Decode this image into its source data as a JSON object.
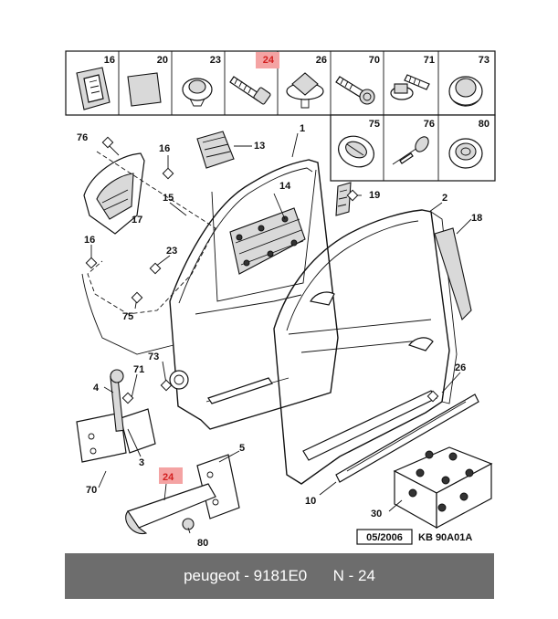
{
  "parts_table": {
    "row1": [
      "16",
      "20",
      "23",
      "24",
      "26",
      "70",
      "71",
      "73"
    ],
    "row2": [
      "75",
      "76",
      "80"
    ],
    "highlighted": "24"
  },
  "callouts": {
    "c1": "1",
    "c2": "2",
    "c3": "3",
    "c4": "4",
    "c5": "5",
    "c10": "10",
    "c13": "13",
    "c14": "14",
    "c15": "15",
    "c16a": "16",
    "c16b": "16",
    "c17": "17",
    "c18": "18",
    "c19": "19",
    "c23": "23",
    "c24": "24",
    "c26": "26",
    "c30": "30",
    "c70": "70",
    "c71": "71",
    "c73": "73",
    "c75": "75",
    "c76": "76",
    "c80": "80"
  },
  "footer": {
    "date_code": "05/2006",
    "diagram_code": "KB 90A01A"
  },
  "caption": {
    "brand": "peugeot",
    "part_number": "9181E0",
    "position": "N - 24"
  }
}
